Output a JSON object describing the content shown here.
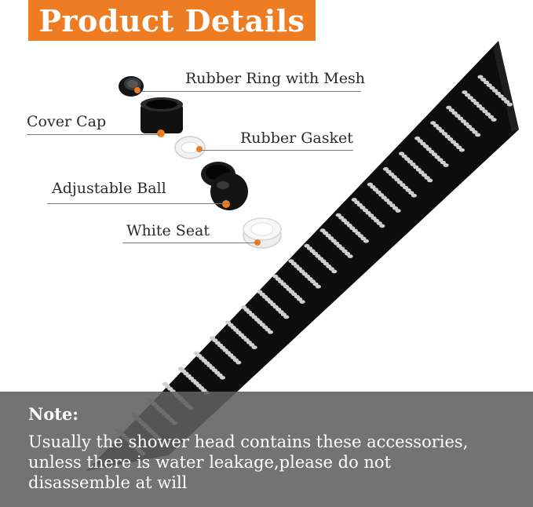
{
  "header": {
    "title": "Product Details"
  },
  "parts": [
    {
      "label": "Rubber Ring with Mesh",
      "icon": "rubber-ring-mesh-icon"
    },
    {
      "label": "Cover Cap",
      "icon": "cover-cap-icon"
    },
    {
      "label": "Rubber Gasket",
      "icon": "rubber-gasket-icon"
    },
    {
      "label": "Adjustable Ball",
      "icon": "adjustable-ball-icon"
    },
    {
      "label": "White Seat",
      "icon": "white-seat-icon"
    }
  ],
  "note": {
    "title": "Note:",
    "lines": [
      "Usually the shower head contains these accessories,",
      "unless there is water leakage,please do not",
      "disassemble at will"
    ]
  },
  "colors": {
    "accent": "#ee7c22",
    "product": "#0d0d0d",
    "nozzle": "#cfcfcf",
    "panel": "#606060"
  }
}
